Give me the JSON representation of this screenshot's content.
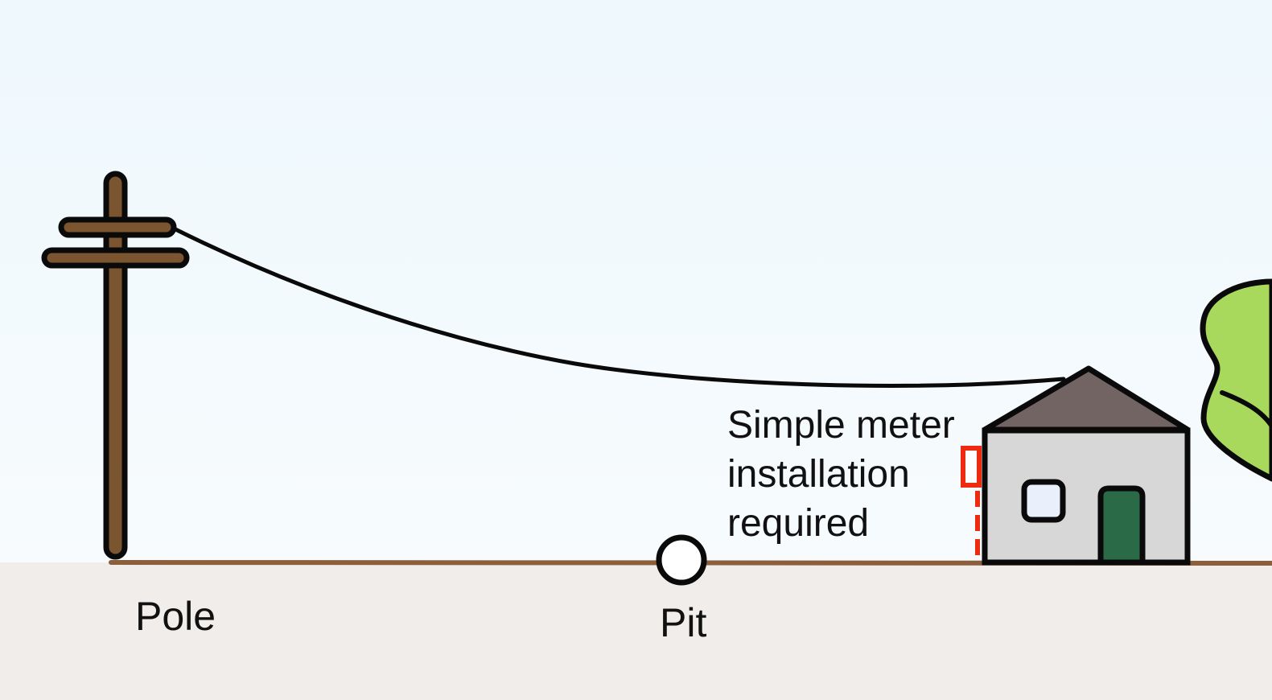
{
  "labels": {
    "pole": "Pole",
    "pit": "Pit",
    "note": "Simple meter installation required"
  },
  "colors": {
    "sky_top": "#eef8fd",
    "sky_bottom": "#f7fbfd",
    "ground": "#f1edeb",
    "ground_line": "#8b5e3c",
    "pole_wood": "#7a5530",
    "outline": "#0a0a0a",
    "roof": "#726463",
    "house_wall": "#d7d7d7",
    "window": "#e9f0fb",
    "door": "#2b6a47",
    "tree": "#a8d95c",
    "meter_marker": "#ee2a10",
    "pit_fill": "#ffffff"
  },
  "icons": {
    "pole": "utility-pole-icon",
    "house": "house-icon",
    "tree": "tree-icon",
    "pit": "pit-icon",
    "meter": "meter-box-icon"
  }
}
